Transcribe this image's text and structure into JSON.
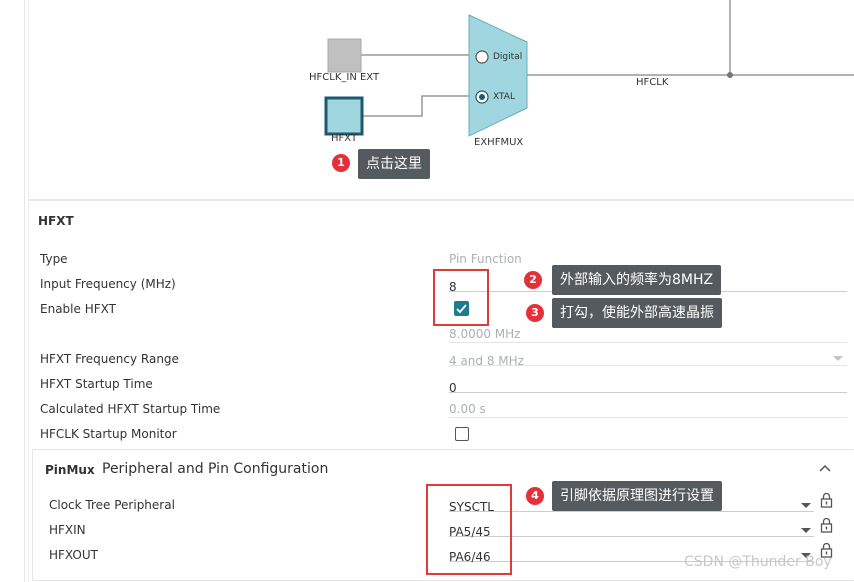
{
  "diagram": {
    "hfclk_in_ext_label": "HFCLK_IN EXT",
    "hfxt_label": "HFXT",
    "mux_label": "EXHFMUX",
    "mux_option_digital": "Digital",
    "mux_option_xtal": "XTAL",
    "hfclk_label": "HFCLK",
    "colors": {
      "mux_fill": "#9fd6df",
      "hfxt_fill": "#9fd6df",
      "hfxt_border": "#1e5a6e",
      "ext_fill": "#c0c0c0"
    }
  },
  "section": {
    "title": "HFXT"
  },
  "fields": {
    "type": {
      "label": "Type",
      "value": "Pin Function"
    },
    "input_frequency": {
      "label": "Input Frequency (MHz)",
      "value": "8"
    },
    "enable_hfxt": {
      "label": "Enable HFXT",
      "checked": true
    },
    "computed_frequency": "8.0000 MHz",
    "frequency_range": {
      "label": "HFXT Frequency Range",
      "value": "4 and 8 MHz"
    },
    "startup_time": {
      "label": "HFXT Startup Time",
      "value": "0"
    },
    "calc_startup_time": {
      "label": "Calculated HFXT Startup Time",
      "value": "0.00 s"
    },
    "startup_monitor": {
      "label": "HFCLK Startup Monitor",
      "checked": false
    }
  },
  "pinmux": {
    "badge": "PinMux",
    "title": "Peripheral and Pin Configuration",
    "rows": [
      {
        "label": "Clock Tree Peripheral",
        "value": "SYSCTL"
      },
      {
        "label": "HFXIN",
        "value": "PA5/45"
      },
      {
        "label": "HFXOUT",
        "value": "PA6/46"
      }
    ]
  },
  "annotations": [
    {
      "num": "1",
      "text": "点击这里"
    },
    {
      "num": "2",
      "text": "外部输入的频率为8MHZ"
    },
    {
      "num": "3",
      "text": "打勾，使能外部高速晶振"
    },
    {
      "num": "4",
      "text": "引脚依据原理图进行设置"
    }
  ],
  "watermark": "CSDN @Thunder Boy"
}
